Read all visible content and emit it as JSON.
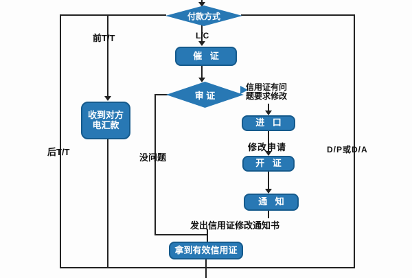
{
  "flowchart": {
    "nodes": {
      "payment_method": {
        "label": "付款方式"
      },
      "urge_lc": {
        "label": "催 证"
      },
      "review_lc": {
        "label": "审 证"
      },
      "receive_remittance": {
        "line1": "收到对方",
        "line2": "电汇款"
      },
      "import": {
        "label": "进 口"
      },
      "open_lc": {
        "label": "开 证"
      },
      "notify": {
        "label": "通 知"
      },
      "get_valid_lc": {
        "label": "拿到有效信用证"
      }
    },
    "edge_labels": {
      "front_tt": "前T/T",
      "back_tt": "后T/T",
      "lc": "L/C",
      "dp_or_da": "D/P或D/A",
      "lc_has_problem": "信用证有问题要求修改",
      "amend_request": "修改申请",
      "no_problem": "没问题",
      "issue_amend_notice": "发出信用证修改通知书"
    },
    "colors": {
      "node_fill": "#2878b4",
      "node_border": "#155a8c",
      "node_text": "#ffffff",
      "line": "#222222",
      "label_text": "#111111",
      "background": "#fdfdfd"
    }
  }
}
